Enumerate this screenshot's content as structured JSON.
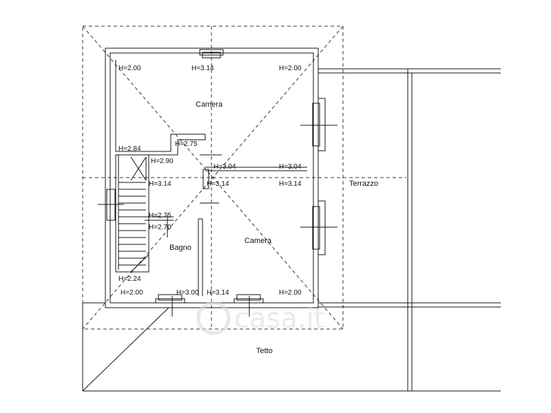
{
  "plan": {
    "rooms": {
      "camera_top": "Camera",
      "camera_bottom": "Camera",
      "bagno": "Bagno",
      "terrazzo": "Terrazzo",
      "tetto": "Tetto"
    },
    "heights": {
      "h1": "H=2.00",
      "h2": "H=3.14",
      "h3": "H=2.00",
      "h4": "H=2.75",
      "h5": "H=2.84",
      "h6": "H=2.90",
      "h7": "H=3.04",
      "h8": "H=3.04",
      "h9": "H=3.14",
      "h10": "H=3.14",
      "h11": "H=3.14",
      "h12": "H=2.75",
      "h13": "H=2.70",
      "h14": "H=2.24",
      "h15": "H=2.00",
      "h16": "H=3.00",
      "h17": "H=3.14",
      "h18": "H=2.00"
    },
    "watermark": "casa.it",
    "colors": {
      "line": "#111111",
      "dash": "#333333",
      "watermark": "#d9d9d9"
    }
  }
}
